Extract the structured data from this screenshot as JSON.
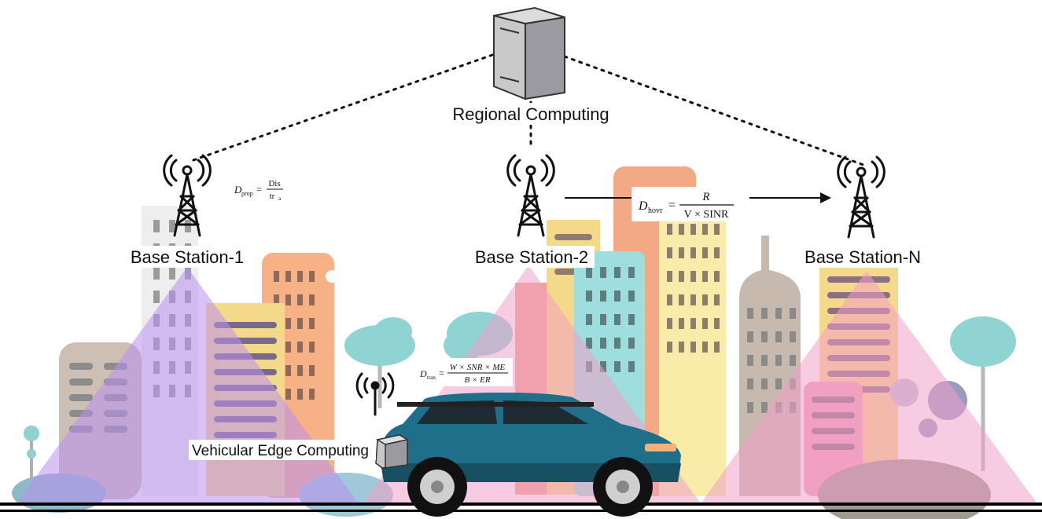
{
  "nodes": {
    "regional": {
      "label": "Regional Computing",
      "icon": "server-icon"
    },
    "bs1": {
      "label": "Base Station-1",
      "icon": "cell-tower-icon"
    },
    "bs2": {
      "label": "Base Station-2",
      "icon": "cell-tower-icon"
    },
    "bsn": {
      "label": "Base Station-N",
      "icon": "cell-tower-icon"
    },
    "vehicle": {
      "label": "Vehicular Edge Computing",
      "icon": "car-icon"
    }
  },
  "equations": {
    "d_prop": {
      "lhs": "D",
      "lhs_sub": "prop",
      "num": "Dis",
      "den": "tr",
      "den_sub": "a"
    },
    "d_hovr": {
      "lhs": "D",
      "lhs_sub": "hovr",
      "num": "R",
      "den": "V × SINR"
    },
    "d_tran": {
      "lhs": "D",
      "lhs_sub": "tran",
      "num": "W × SNR × ME",
      "den": "B × ER"
    }
  },
  "colors": {
    "coverage_purple": "#c7a6ef",
    "coverage_pink": "#f2a7c9",
    "car_body": "#1f6f8b",
    "ground": "#000000"
  }
}
